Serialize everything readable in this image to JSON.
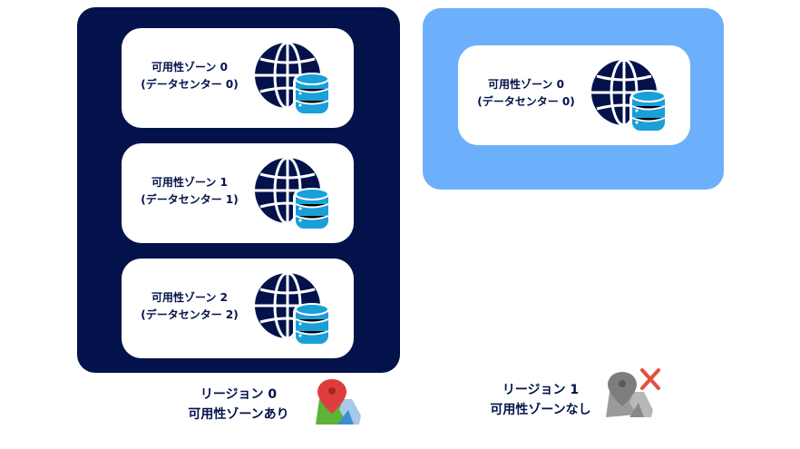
{
  "region0": {
    "zones": [
      {
        "zone": "可用性ゾーン 0",
        "dc": "(データセンター 0)"
      },
      {
        "zone": "可用性ゾーン 1",
        "dc": "(データセンター 1)"
      },
      {
        "zone": "可用性ゾーン 2",
        "dc": "(データセンター 2)"
      }
    ],
    "title": "リージョン 0",
    "subtitle": "可用性ゾーンあり",
    "icon": "map-pin-icon"
  },
  "region1": {
    "zones": [
      {
        "zone": "可用性ゾーン 0",
        "dc": "(データセンター 0)"
      }
    ],
    "title": "リージョン 1",
    "subtitle": "可用性ゾーンなし",
    "icon": "map-pin-unavailable-icon"
  },
  "colors": {
    "dark": "#03124a",
    "light": "#6cb0fb",
    "db": "#1a9fd8"
  }
}
